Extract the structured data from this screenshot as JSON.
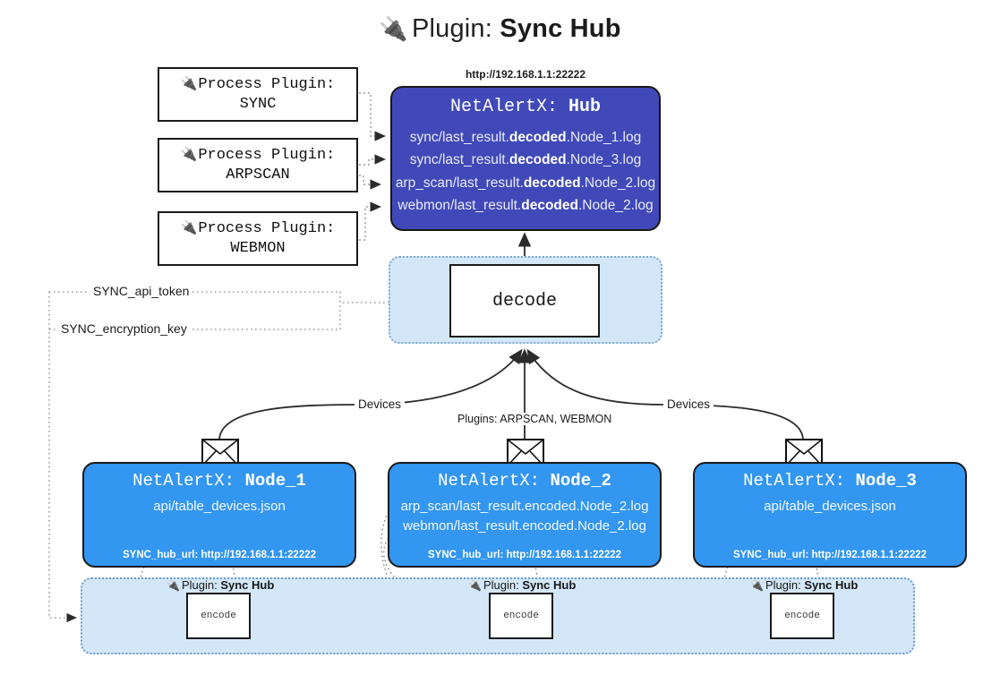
{
  "title": {
    "icon": "electric-plug-icon",
    "prefix": "Plugin:",
    "name": "Sync Hub"
  },
  "process_plugins": [
    {
      "icon": "electric-plug-icon",
      "line1": "Process Plugin:",
      "line2": "SYNC"
    },
    {
      "icon": "electric-plug-icon",
      "line1": "Process Plugin:",
      "line2": "ARPSCAN"
    },
    {
      "icon": "electric-plug-icon",
      "line1": "Process Plugin:",
      "line2": "WEBMON"
    }
  ],
  "hub": {
    "url": "http://192.168.1.1:22222",
    "title_prefix": "NetAlertX:",
    "title_name": "Hub",
    "color": "#4149b8",
    "logs": [
      {
        "pre": "sync/last_result.",
        "em": "decoded",
        "post": ".Node_1.log"
      },
      {
        "pre": "sync/last_result.",
        "em": "decoded",
        "post": ".Node_3.log"
      },
      {
        "pre": "arp_scan/last_result.",
        "em": "decoded",
        "post": ".Node_2.log"
      },
      {
        "pre": "webmon/last_result.",
        "em": "decoded",
        "post": ".Node_2.log"
      }
    ]
  },
  "decode": {
    "label": "decode",
    "container_color": "#d4e7f8"
  },
  "settings_wires": [
    {
      "label": "SYNC_api_token"
    },
    {
      "label": "SYNC_encryption_key"
    }
  ],
  "edge_labels": {
    "devices_left": "Devices",
    "devices_right": "Devices",
    "plugins_center": "Plugins: ARPSCAN, WEBMON"
  },
  "nodes": [
    {
      "title_prefix": "NetAlertX:",
      "title_name": "Node_1",
      "color": "#3396f0",
      "lines": [
        "api/table_devices.json"
      ],
      "footer": "SYNC_hub_url: http://192.168.1.1:22222",
      "envelope_icon": "envelope-icon"
    },
    {
      "title_prefix": "NetAlertX:",
      "title_name": "Node_2",
      "color": "#3396f0",
      "lines": [
        "arp_scan/last_result.encoded.Node_2.log",
        "webmon/last_result.encoded.Node_2.log"
      ],
      "footer": "SYNC_hub_url: http://192.168.1.1:22222",
      "envelope_icon": "envelope-icon"
    },
    {
      "title_prefix": "NetAlertX:",
      "title_name": "Node_3",
      "color": "#3396f0",
      "lines": [
        "api/table_devices.json"
      ],
      "footer": "SYNC_hub_url: http://192.168.1.1:22222",
      "envelope_icon": "envelope-icon"
    }
  ],
  "plugin_band": [
    {
      "icon": "electric-plug-icon",
      "prefix": "Plugin:",
      "name": "Sync Hub",
      "box": "encode"
    },
    {
      "icon": "electric-plug-icon",
      "prefix": "Plugin:",
      "name": "Sync Hub",
      "box": "encode"
    },
    {
      "icon": "electric-plug-icon",
      "prefix": "Plugin:",
      "name": "Sync Hub",
      "box": "encode"
    }
  ]
}
